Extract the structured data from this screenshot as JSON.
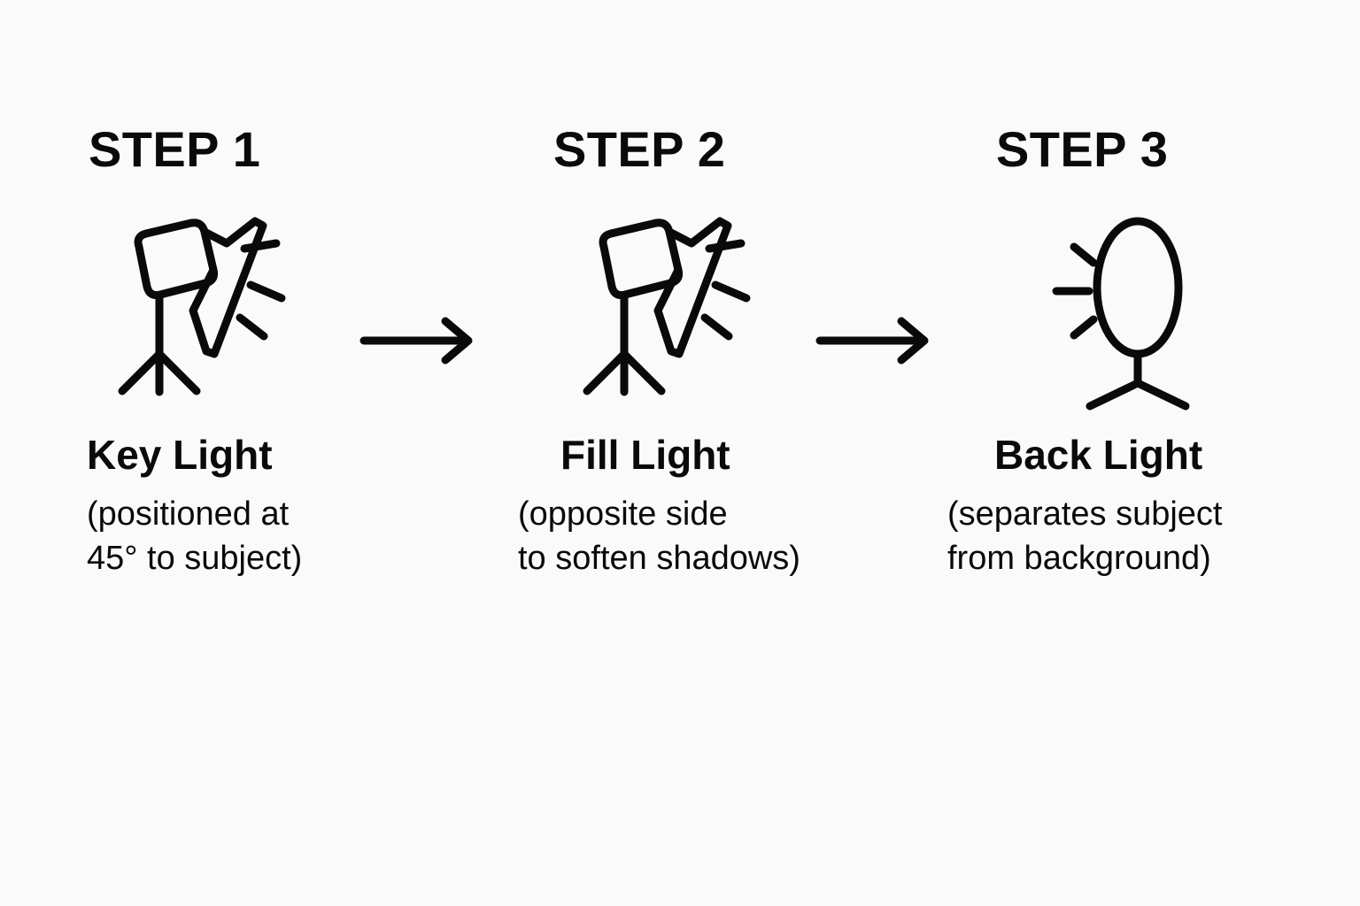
{
  "canvas": {
    "background_color": "#fafafa",
    "ink_color": "#0a0a0a"
  },
  "steps": [
    {
      "heading": "STEP 1",
      "icon": "studio-light-icon",
      "name": "Key Light",
      "description_lines": [
        "(positioned at",
        "45° to subject)"
      ]
    },
    {
      "heading": "STEP 2",
      "icon": "studio-light-icon",
      "name": "Fill Light",
      "description_lines": [
        "(opposite side",
        "to soften shadows)"
      ]
    },
    {
      "heading": "STEP 3",
      "icon": "softbox-light-icon",
      "name": "Back Light",
      "description_lines": [
        "(separates subject",
        "from background)"
      ]
    }
  ],
  "arrows": [
    {
      "name": "arrow-step1-to-step2",
      "direction": "right"
    },
    {
      "name": "arrow-step2-to-step3",
      "direction": "right"
    }
  ]
}
